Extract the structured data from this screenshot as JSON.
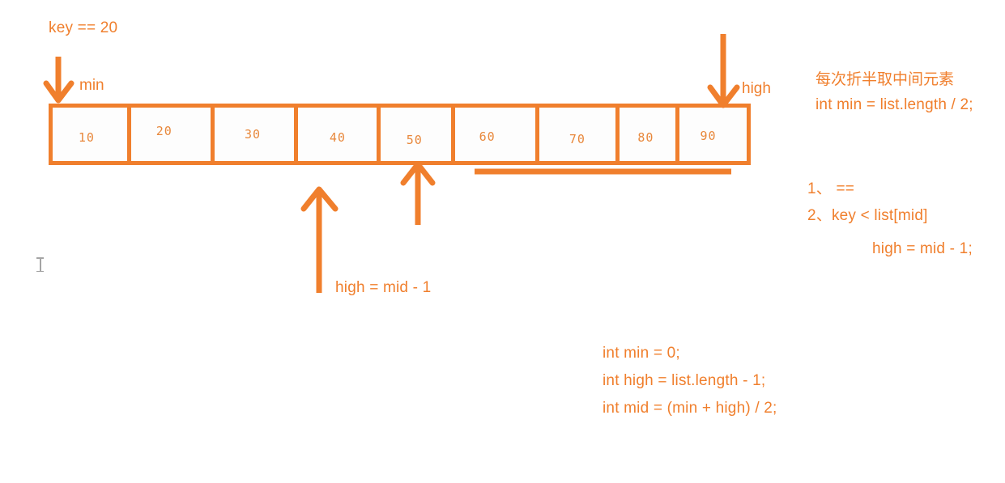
{
  "diagram": {
    "title_note": "key == 20",
    "accent_color": "#F07F2D",
    "background_color": "#FFFFFF",
    "array": {
      "name": "list",
      "cells": [
        {
          "value": "10"
        },
        {
          "value": "20"
        },
        {
          "value": "30"
        },
        {
          "value": "40"
        },
        {
          "value": "50"
        },
        {
          "value": "60"
        },
        {
          "value": "70"
        },
        {
          "value": "80"
        },
        {
          "value": "90"
        }
      ]
    },
    "pointers": {
      "min": "min",
      "high": "high"
    },
    "annotations": {
      "mid_update": "high = mid - 1"
    },
    "right_notes": {
      "heading_cn": "每次折半取中间元素",
      "code_mid": "int min = list.length / 2;",
      "case_1": "1、 ==",
      "case_2": "2、key < list[mid]",
      "case_2_body": "high = mid - 1;"
    },
    "code_block": {
      "line_1": "int min = 0;",
      "line_2": "int high = list.length - 1;",
      "line_3": "int mid = (min + high) / 2;"
    }
  }
}
